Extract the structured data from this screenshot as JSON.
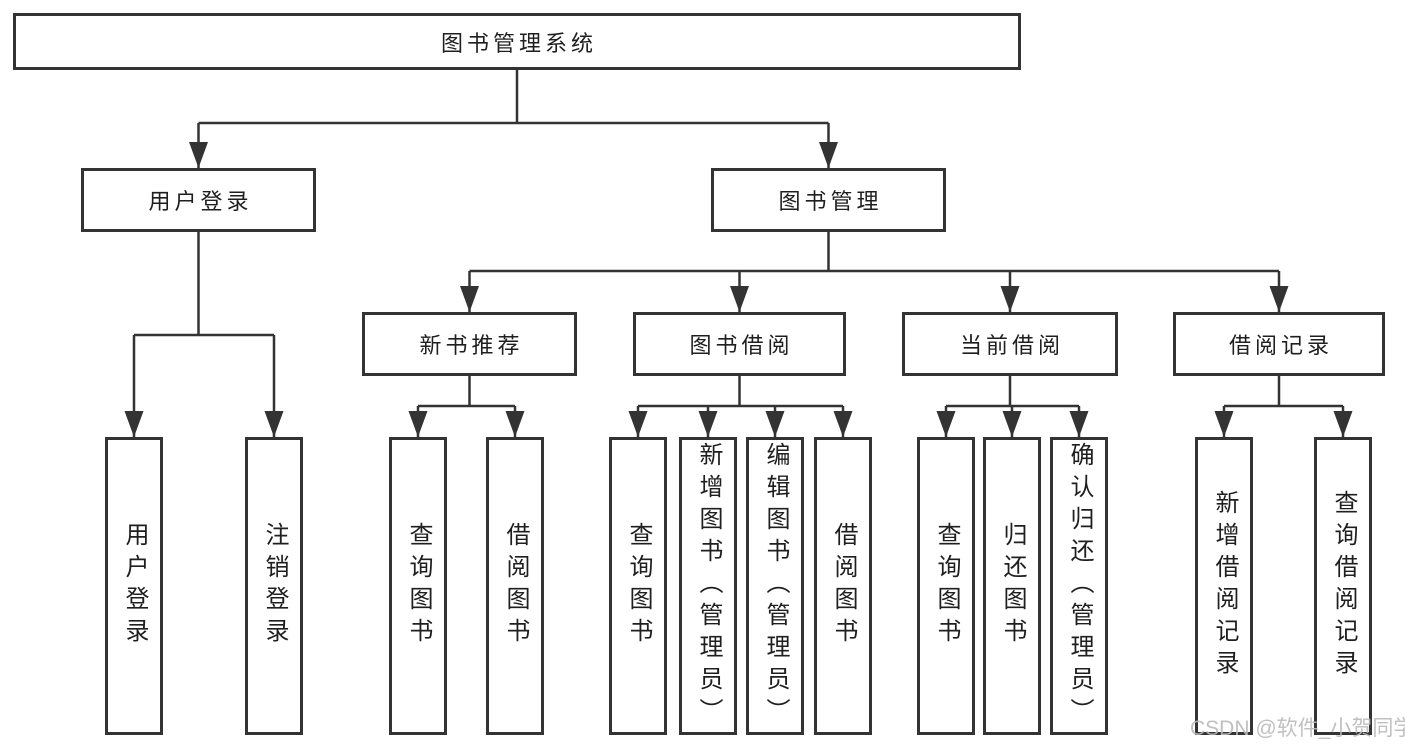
{
  "tree": {
    "root": "图书管理系统",
    "branches": [
      {
        "label": "用户登录",
        "children": [
          "用户登录",
          "注销登录"
        ]
      },
      {
        "label": "图书管理",
        "groups": [
          {
            "label": "新书推荐",
            "children": [
              "查询图书",
              "借阅图书"
            ]
          },
          {
            "label": "图书借阅",
            "children": [
              "查询图书",
              "新增图书（管理员）",
              "编辑图书（管理员）",
              "借阅图书"
            ]
          },
          {
            "label": "当前借阅",
            "children": [
              "查询图书",
              "归还图书",
              "确认归还（管理员）"
            ]
          },
          {
            "label": "借阅记录",
            "children": [
              "新增借阅记录",
              "查询借阅记录"
            ]
          }
        ]
      }
    ]
  },
  "watermark": "CSDN @软件_小贺同学",
  "colors": {
    "line": "#333333",
    "box_border": "#333333",
    "text": "#1f1f1f",
    "watermark": "#b9b9b9"
  }
}
